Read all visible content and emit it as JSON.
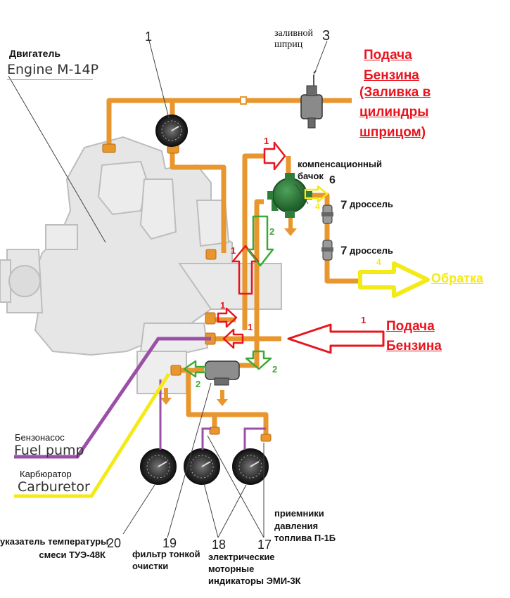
{
  "diagram": {
    "engine_ru": "Двигатель",
    "engine_en": "Engine M-14P",
    "primer_ru": "заливной\nшприц",
    "primer_num": "3",
    "feed_top": [
      "Подача",
      "Бензина",
      "(Заливка в",
      "цилиндры",
      "шприцом)"
    ],
    "tank_label": "компенсационный\nбачок",
    "tank_num": "6",
    "throttle1_num": "7",
    "throttle1_label": "дроссель",
    "throttle2_num": "7",
    "throttle2_label": "дроссель",
    "return_label": "Обратка",
    "feed_right": [
      "Подача",
      "Бензина"
    ],
    "pump_ru": "Бензонасос",
    "pump_en": "Fuel pump",
    "carb_ru": "Карбюратор",
    "carb_en": "Carburetor",
    "gauge_top_num": "1",
    "arrow_nums": {
      "a1": "1",
      "a2": "1",
      "a3": "1",
      "a4": "1",
      "a5": "1",
      "g1": "2",
      "g2": "2",
      "g3": "2",
      "y1": "4",
      "y2": "4"
    },
    "receivers": "приемники\nдавления\nтоплива П-1Б",
    "num17": "17",
    "num18": "18",
    "num19": "19",
    "num20": "20",
    "emi": "электрические\nмоторные\nиндикаторы ЭМИ-3К",
    "filter": "фильтр тонкой\nочистки",
    "tue": "указатель температуры\nсмеси ТУЭ-48К"
  },
  "colors": {
    "pipe": "#e8962e",
    "red_arrow": "#e8141e",
    "green_arrow": "#3aaa35",
    "yellow": "#f4ea18",
    "purple": "#9b4fa8",
    "tank": "#2e7d3b",
    "engine_gray": "#c9c9c9"
  }
}
